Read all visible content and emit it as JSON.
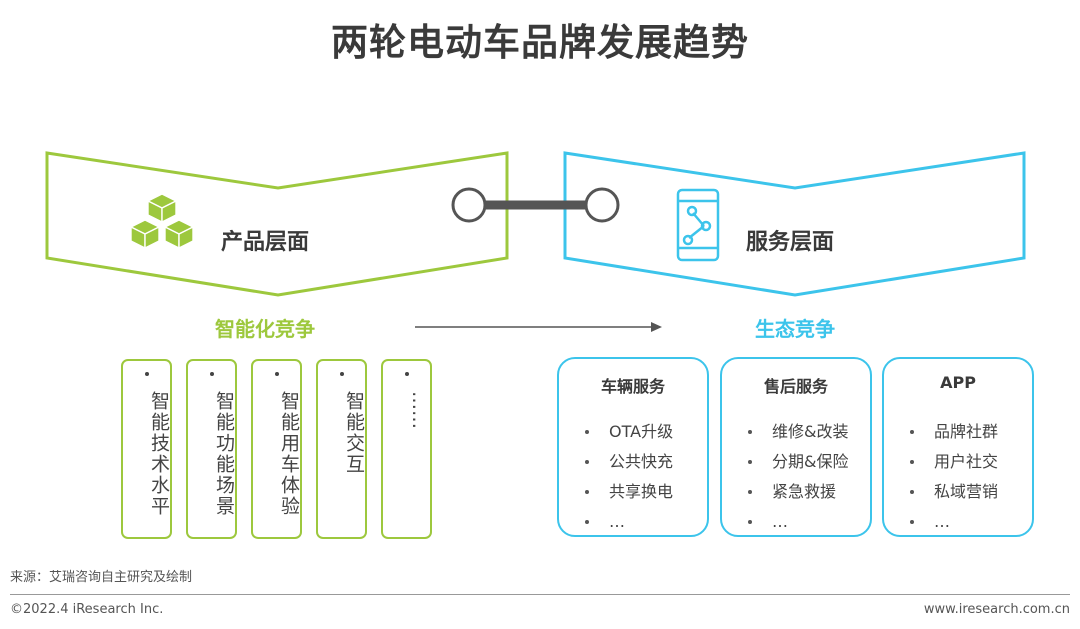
{
  "title": "两轮电动车品牌发展趋势",
  "product_layer": {
    "icon": "cubes-icon",
    "label": "产品层面",
    "color": "#9dc83d",
    "competition": "智能化竞争",
    "items": [
      "智能技术水平",
      "智能功能场景",
      "智能用车体验",
      "智能交互",
      "……"
    ]
  },
  "service_layer": {
    "icon": "phone-network-icon",
    "label": "服务层面",
    "color": "#3cc4eb",
    "competition": "生态竞争",
    "boxes": [
      {
        "title": "车辆服务",
        "items": [
          "OTA升级",
          "公共快充",
          "共享换电",
          "…"
        ]
      },
      {
        "title": "售后服务",
        "items": [
          "维修&改装",
          "分期&保险",
          "紧急救援",
          "…"
        ]
      },
      {
        "title": "APP",
        "items": [
          "品牌社群",
          "用户社交",
          "私域营销",
          "…"
        ]
      }
    ]
  },
  "source": "来源：艾瑞咨询自主研究及绘制",
  "copyright": "©2022.4 iResearch Inc.",
  "website": "www.iresearch.com.cn"
}
